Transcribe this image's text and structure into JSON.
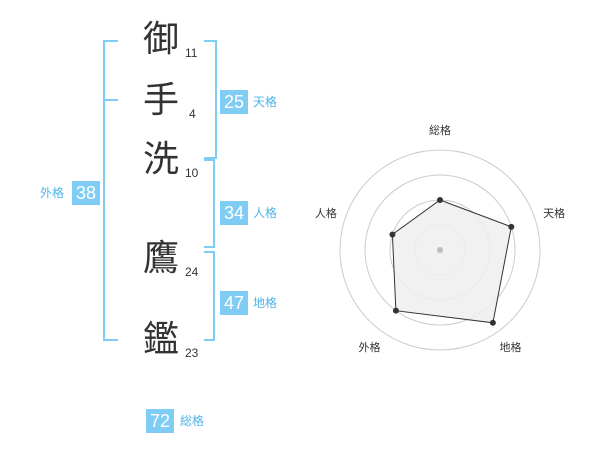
{
  "characters": [
    {
      "char": "御",
      "strokes": "11"
    },
    {
      "char": "手",
      "strokes": "4"
    },
    {
      "char": "洗",
      "strokes": "10"
    },
    {
      "char": "鷹",
      "strokes": "24"
    },
    {
      "char": "鑑",
      "strokes": "23"
    }
  ],
  "fortunes": {
    "tenkaku": {
      "label": "天格",
      "value": "25"
    },
    "jinkaku": {
      "label": "人格",
      "value": "34"
    },
    "chikaku": {
      "label": "地格",
      "value": "47"
    },
    "gaikaku": {
      "label": "外格",
      "value": "38"
    },
    "soukaku": {
      "label": "総格",
      "value": "72"
    }
  },
  "colors": {
    "accent": "#7fcdf4",
    "accent_text": "#4fb3e8",
    "text": "#333333",
    "grid": "#cccccc",
    "area_fill": "#eeeeee",
    "line": "#333333"
  },
  "chart_data": {
    "type": "radar",
    "axes": [
      "総格",
      "天格",
      "地格",
      "外格",
      "人格"
    ],
    "values": [
      0.5,
      0.75,
      0.9,
      0.75,
      0.5
    ],
    "rings": 4
  }
}
